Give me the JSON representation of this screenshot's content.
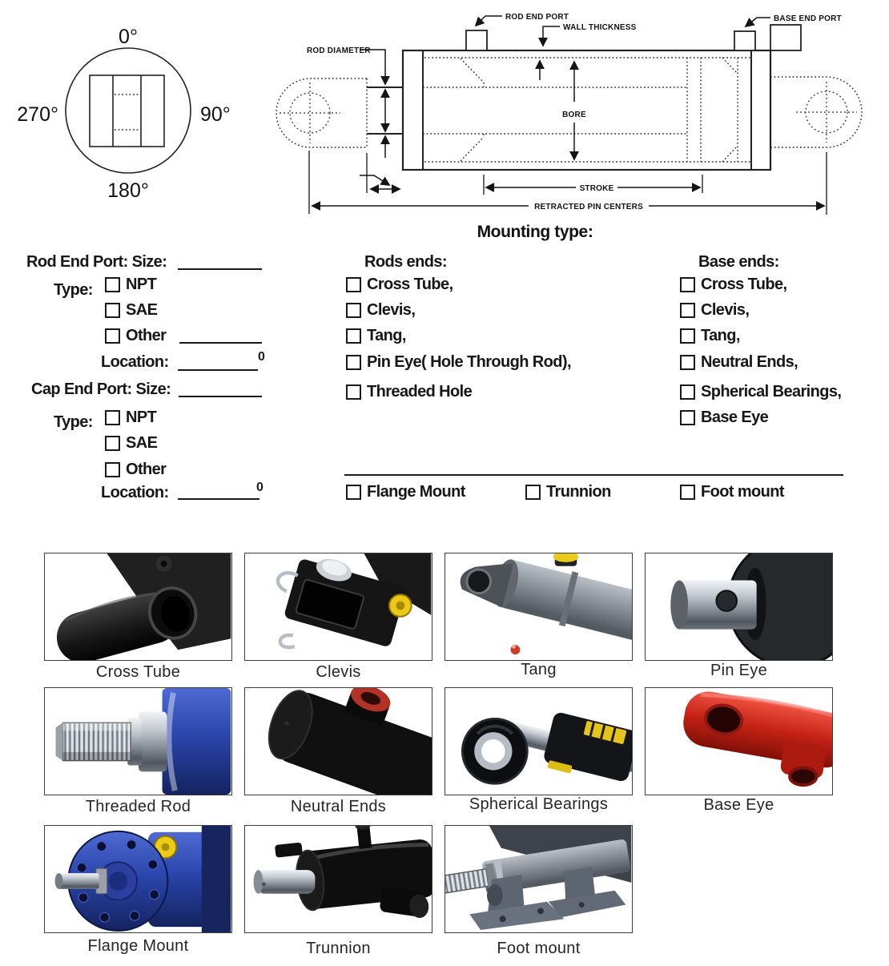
{
  "dial": {
    "top": "0°",
    "right": "90°",
    "bottom": "180°",
    "left": "270°"
  },
  "diagram": {
    "rod_end_port": "ROD END PORT",
    "wall_thickness": "WALL THICKNESS",
    "base_end_port": "BASE END PORT",
    "rod_diameter": "ROD DIAMETER",
    "bore": "BORE",
    "stroke": "STROKE",
    "retracted_pin_centers": "RETRACTED PIN CENTERS",
    "mounting_type": "Mounting type:"
  },
  "form": {
    "rod_port": {
      "title": "Rod End Port: Size:",
      "type_label": "Type:",
      "options": [
        "NPT",
        "SAE",
        "Other"
      ],
      "location_label": "Location:",
      "location_degree": "0"
    },
    "cap_port": {
      "title": "Cap End Port: Size:",
      "type_label": "Type:",
      "options": [
        "NPT",
        "SAE",
        "Other"
      ],
      "location_label": "Location:",
      "location_degree": "0"
    },
    "rod_ends": {
      "title": "Rods ends:",
      "items": [
        "Cross Tube,",
        "Clevis,",
        "Tang,",
        "Pin Eye( Hole Through Rod),",
        "Threaded Hole"
      ]
    },
    "base_ends": {
      "title": "Base ends:",
      "items": [
        "Cross Tube,",
        "Clevis,",
        "Tang,",
        "Neutral Ends,",
        "Spherical Bearings,",
        "Base Eye"
      ]
    },
    "mounts": [
      "Flange Mount",
      "Trunnion",
      "Foot mount"
    ]
  },
  "gallery": {
    "captions": [
      "Cross Tube",
      "Clevis",
      "Tang",
      "Pin Eye",
      "Threaded Rod",
      "Neutral Ends",
      "Spherical Bearings",
      "Base Eye",
      "Flange Mount",
      "Trunnion",
      "Foot mount"
    ]
  },
  "colors": {
    "ink": "#1b1b1b",
    "accent_yellow": "#e9c916",
    "accent_red": "#c22012",
    "accent_blue": "#2a45ab",
    "photo_border": "#3c3c3c"
  }
}
